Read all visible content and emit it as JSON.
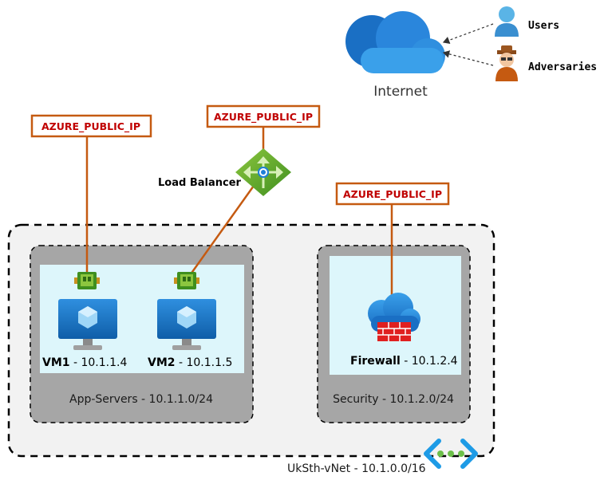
{
  "internet": {
    "label": "Internet"
  },
  "actors": {
    "users": "Users",
    "adversaries": "Adversaries"
  },
  "public_ip": {
    "vm1": "AZURE_PUBLIC_IP",
    "load_balancer": "AZURE_PUBLIC_IP",
    "firewall": "AZURE_PUBLIC_IP"
  },
  "load_balancer": {
    "label": "Load Balancer"
  },
  "vm1": {
    "name": "VM1",
    "ip": " - 10.1.1.4"
  },
  "vm2": {
    "name": "VM2",
    "ip": " - 10.1.1.5"
  },
  "firewall": {
    "name": "Firewall",
    "ip": " - 10.1.2.4"
  },
  "subnets": {
    "app": "App-Servers - 10.1.1.0/24",
    "security": "Security - 10.1.2.0/24"
  },
  "vnet": {
    "label": "UkSth-vNet - 10.1.0.0/16"
  },
  "colors": {
    "link": "#c55a11",
    "ip_text": "#c00000",
    "subnet_fill": "#a6a6a6",
    "inner_fill": "#ddf6fb",
    "vnet_fill": "#f2f2f2",
    "azure_blue": "#1e7fd8"
  },
  "icons": [
    "cloud-icon",
    "user-icon",
    "adversary-icon",
    "load-balancer-icon",
    "nic-icon",
    "virtual-machine-icon",
    "firewall-icon",
    "vnet-icon"
  ]
}
